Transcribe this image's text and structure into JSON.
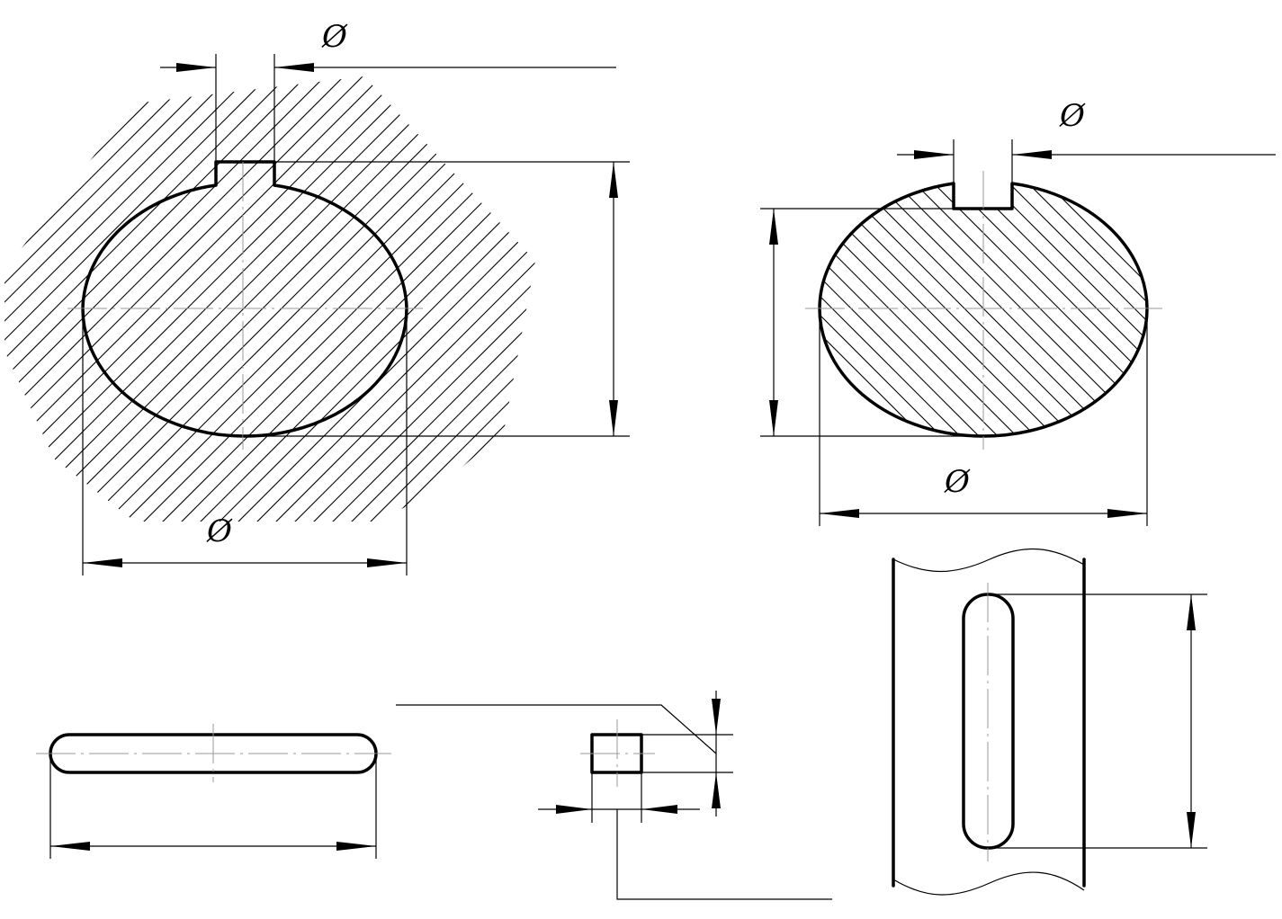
{
  "drawing": {
    "diameter_symbol": "Ø",
    "views": [
      {
        "id": "hub-section",
        "description_visible": false
      },
      {
        "id": "shaft-section",
        "description_visible": false
      },
      {
        "id": "key-side-view",
        "description_visible": false
      },
      {
        "id": "key-end-view",
        "description_visible": false
      },
      {
        "id": "shaft-keyway-view",
        "description_visible": false
      }
    ]
  }
}
